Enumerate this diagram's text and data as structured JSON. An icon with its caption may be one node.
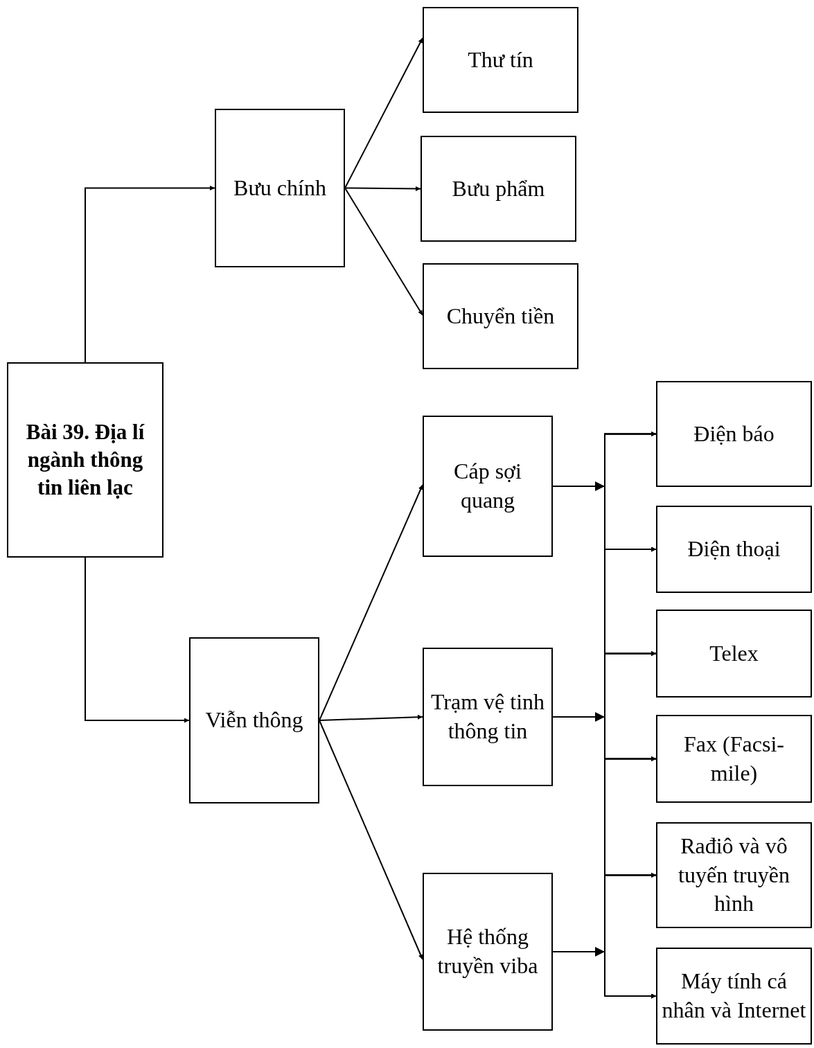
{
  "diagram": {
    "nodes": [
      {
        "text": [
          "Bài 39. Địa lí ngành thông tin liên lạc"
        ]
      },
      {
        "text": [
          "Bưu chính"
        ]
      },
      {
        "text": [
          "Thư tín"
        ]
      },
      {
        "text": [
          "Bưu phẩm"
        ]
      },
      {
        "text": [
          "Chuyển tiền"
        ]
      },
      {
        "text": [
          "Viễn thông"
        ]
      },
      {
        "text": [
          "Cáp sợi quang"
        ]
      },
      {
        "text": [
          "Trạm vệ tinh thông tin"
        ]
      },
      {
        "text": [
          "Hệ thống truyền viba"
        ]
      },
      {
        "text": [
          "Điện báo"
        ]
      },
      {
        "text": [
          "Điện thoại"
        ]
      },
      {
        "text": [
          "Telex"
        ]
      },
      {
        "text": [
          "Fax (Facsi- mile)"
        ]
      },
      {
        "text": [
          "Rađiô và vô tuyến truyền hình"
        ]
      },
      {
        "text": [
          "Máy tính cá nhân và Internet"
        ]
      }
    ],
    "edges": [
      {
        "from": 0,
        "to": 1,
        "arrow": "to"
      },
      {
        "from": 0,
        "to": 5,
        "arrow": "to"
      },
      {
        "from": 1,
        "to": 2,
        "arrow": "to"
      },
      {
        "from": 1,
        "to": 3,
        "arrow": "to"
      },
      {
        "from": 1,
        "to": 4,
        "arrow": "to"
      },
      {
        "from": 5,
        "to": 6,
        "arrow": "to"
      },
      {
        "from": 5,
        "to": 7,
        "arrow": "to"
      },
      {
        "from": 5,
        "to": 8,
        "arrow": "to"
      },
      {
        "from": 6,
        "to": 9,
        "arrow": "to"
      },
      {
        "from": 6,
        "to": 10,
        "arrow": "to"
      },
      {
        "from": 6,
        "to": 11,
        "arrow": "to"
      },
      {
        "from": 6,
        "to": 12,
        "arrow": "to"
      },
      {
        "from": 6,
        "to": 13,
        "arrow": "to"
      },
      {
        "from": 6,
        "to": 14,
        "arrow": "to"
      },
      {
        "from": 7,
        "to": 9,
        "arrow": "to"
      },
      {
        "from": 7,
        "to": 10,
        "arrow": "to"
      },
      {
        "from": 7,
        "to": 11,
        "arrow": "to"
      },
      {
        "from": 7,
        "to": 12,
        "arrow": "to"
      },
      {
        "from": 7,
        "to": 13,
        "arrow": "to"
      },
      {
        "from": 7,
        "to": 14,
        "arrow": "to"
      },
      {
        "from": 8,
        "to": 9,
        "arrow": "to"
      },
      {
        "from": 8,
        "to": 10,
        "arrow": "to"
      },
      {
        "from": 8,
        "to": 11,
        "arrow": "to"
      },
      {
        "from": 8,
        "to": 12,
        "arrow": "to"
      },
      {
        "from": 8,
        "to": 13,
        "arrow": "to"
      },
      {
        "from": 8,
        "to": 14,
        "arrow": "to"
      }
    ]
  }
}
